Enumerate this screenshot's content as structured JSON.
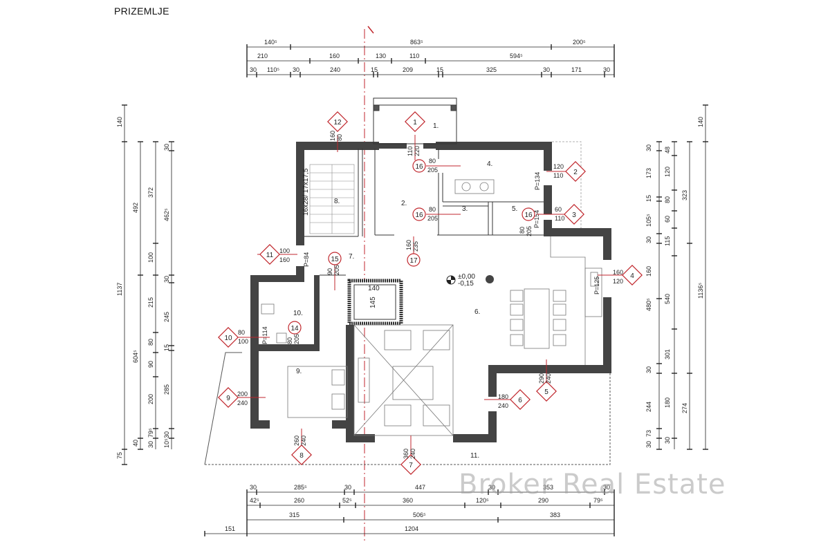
{
  "title": "PRIZEMLJE",
  "watermark": "Broker Real Estate",
  "rooms": {
    "r1": "1.",
    "r2": "2.",
    "r3": "3.",
    "r4": "4.",
    "r5": "5.",
    "r6": "6.",
    "r7": "7.",
    "r8": "8.",
    "r9": "9.",
    "r10": "10.",
    "r11": "11."
  },
  "stairs": "16x28/ 17x17,5",
  "level": {
    "zero": "±0,00",
    "minus": "-0,15"
  },
  "fireplace": {
    "w": "140",
    "h": "145"
  },
  "parapets": {
    "p134": "P=134",
    "p125": "P=125",
    "p84": "P=84",
    "p114": "P=114",
    "p154": "P=154"
  },
  "windows": [
    {
      "id": "1",
      "top": "110",
      "bot": "220"
    },
    {
      "id": "2",
      "top": "120",
      "bot": "110"
    },
    {
      "id": "3",
      "top": "60",
      "bot": "110"
    },
    {
      "id": "4",
      "top": "160",
      "bot": "120"
    },
    {
      "id": "5",
      "top": "290",
      "bot": "240"
    },
    {
      "id": "6",
      "top": "180",
      "bot": "240"
    },
    {
      "id": "7",
      "top": "360",
      "bot": "240"
    },
    {
      "id": "8",
      "top": "260",
      "bot": "240"
    },
    {
      "id": "9",
      "top": "200",
      "bot": "240"
    },
    {
      "id": "10",
      "top": "80",
      "bot": "100"
    },
    {
      "id": "11",
      "top": "100",
      "bot": "160"
    },
    {
      "id": "12",
      "top": "160",
      "bot": "80"
    }
  ],
  "doors": [
    {
      "id": "16",
      "top": "80",
      "bot": "205"
    },
    {
      "id": "16",
      "top": "80",
      "bot": "205"
    },
    {
      "id": "16",
      "top": "80",
      "bot": "205"
    },
    {
      "id": "17",
      "top": "160",
      "bot": "235"
    },
    {
      "id": "15",
      "top": "90",
      "bot": "205"
    },
    {
      "id": "14",
      "top": "80",
      "bot": "205"
    }
  ],
  "dims_top": {
    "row1": [
      "140⁵",
      "863⁵",
      "200⁵"
    ],
    "row2": [
      "210",
      "160",
      "130",
      "110",
      "594⁵"
    ],
    "row3": [
      "30",
      "110⁵",
      "30",
      "240",
      "15",
      "209",
      "15",
      "325",
      "30",
      "171",
      "30"
    ]
  },
  "dims_bottom": {
    "row1": [
      "30",
      "285⁵",
      "30",
      "447",
      "30",
      "353",
      "30"
    ],
    "row2": [
      "42⁵",
      "260",
      "52⁵",
      "360",
      "120⁵",
      "290",
      "79⁵"
    ],
    "row3": [
      "315",
      "506⁵",
      "383"
    ],
    "row4": [
      "151",
      "1204"
    ]
  },
  "dims_left": {
    "outer": [
      "140",
      "1137",
      "75"
    ],
    "mid1": [
      "492",
      "604⁵",
      "40"
    ],
    "mid2": [
      "372",
      "100",
      "215",
      "80",
      "90",
      "200",
      "79⁵",
      "30"
    ],
    "inner": [
      "30",
      "462⁵",
      "30",
      "245",
      "15",
      "285",
      "30",
      "10⁵"
    ]
  },
  "dims_right": {
    "inner": [
      "30",
      "173",
      "15",
      "105⁵",
      "30",
      "160",
      "480⁵",
      "30",
      "244",
      "73",
      "30"
    ],
    "mid1": [
      "48",
      "120",
      "80",
      "60",
      "115",
      "540",
      "301",
      "180",
      "30"
    ],
    "mid2": [
      "323",
      "274"
    ],
    "outer": [
      "140",
      "1136⁵"
    ]
  }
}
